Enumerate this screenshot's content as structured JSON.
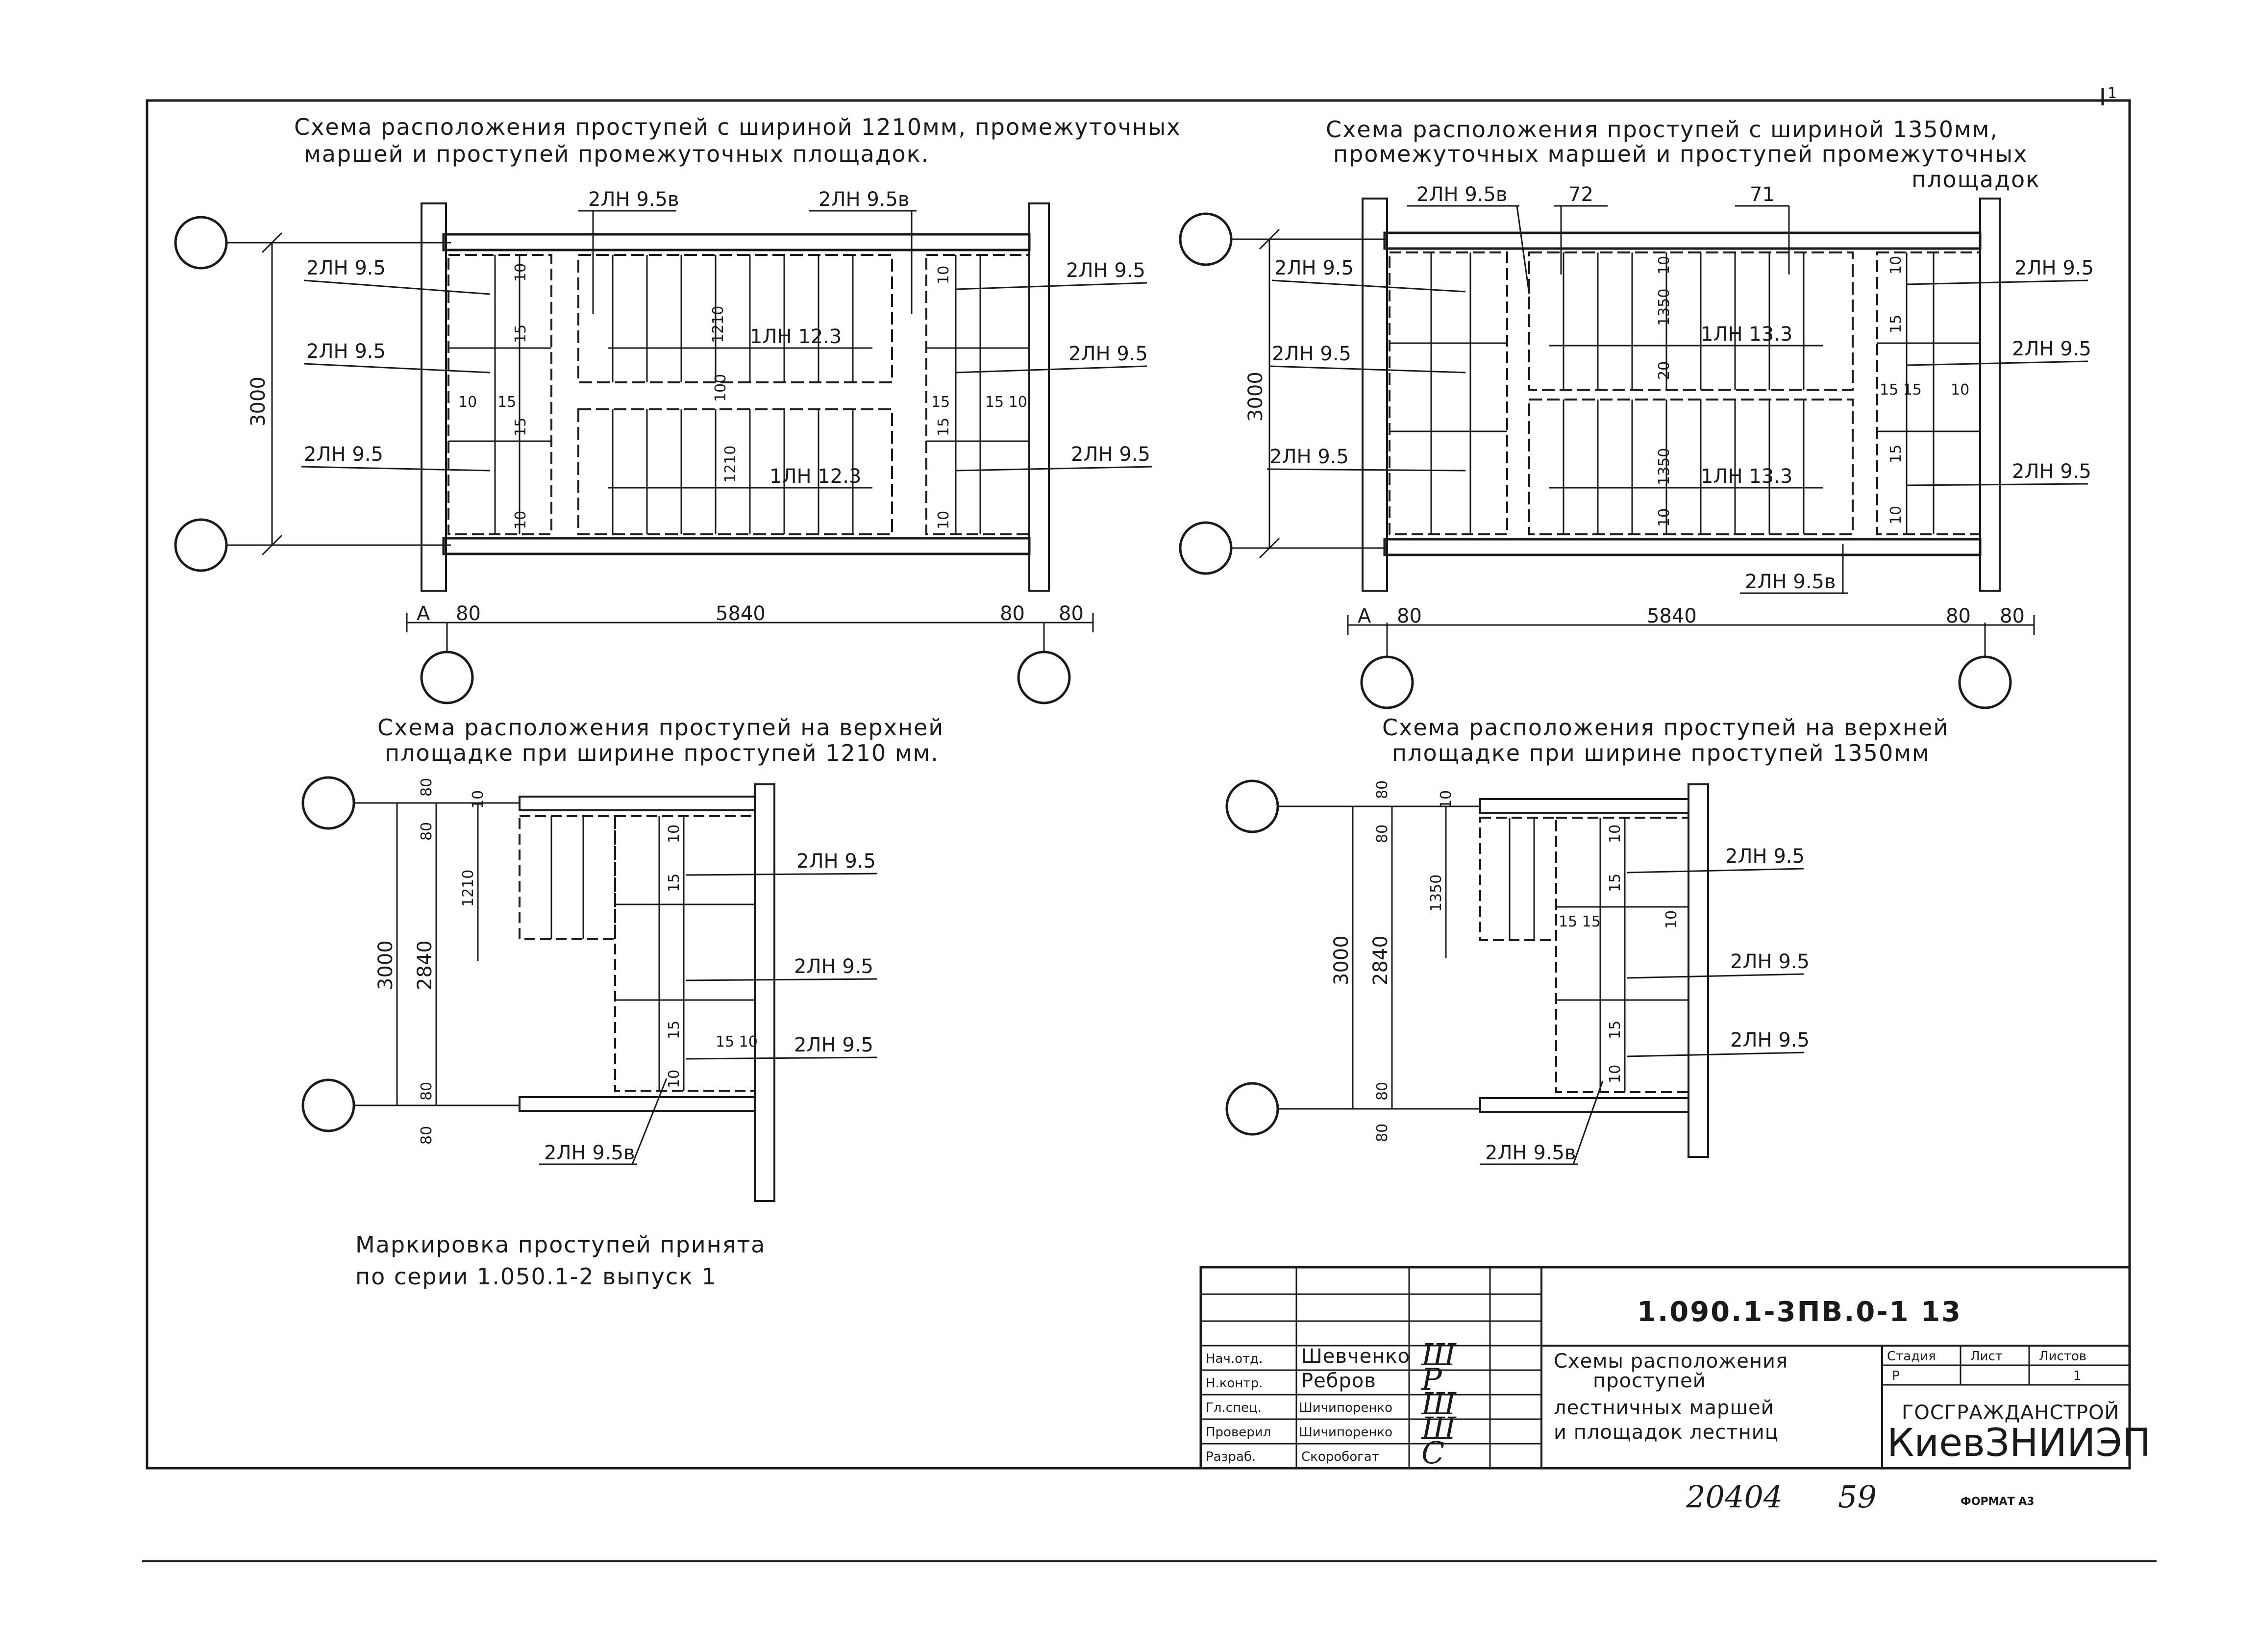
{
  "sheet": {
    "format": "ФОРМАТ А3",
    "inventory_number": "20404",
    "inventory_page": "59",
    "corner_mark": "1"
  },
  "schemes": {
    "top_left": {
      "title_line1": "Схема расположения проступей с шириной 1210мм, промежуточных",
      "title_line2": "маршей и проступей промежуточных площадок.",
      "callouts_top": [
        "2ЛН 9.5в",
        "2ЛН 9.5в"
      ],
      "labels_left": [
        "2ЛН 9.5",
        "2ЛН 9.5",
        "2ЛН 9.5"
      ],
      "labels_right": [
        "2ЛН 9.5",
        "2ЛН 9.5",
        "2ЛН 9.5"
      ],
      "flight_labels": [
        "1ЛН 12.3",
        "1ЛН 12.3"
      ],
      "inner_dims": [
        "10",
        "15",
        "10",
        "15",
        "15",
        "15",
        "15 10",
        "15",
        "10",
        "10",
        "10",
        "1210",
        "1210",
        "100"
      ],
      "height_dim": "3000",
      "dims_bottom": [
        "А",
        "80",
        "5840",
        "80",
        "80"
      ]
    },
    "top_right": {
      "title_line1": "Схема расположения проступей с шириной 1350мм,",
      "title_line2": "промежуточных маршей и проступей промежуточных",
      "title_line3": "площадок",
      "callouts_top": [
        "2ЛН 9.5в",
        "72",
        "71"
      ],
      "labels_left": [
        "2ЛН 9.5",
        "2ЛН 9.5",
        "2ЛН 9.5"
      ],
      "labels_right": [
        "2ЛН 9.5",
        "2ЛН 9.5",
        "2ЛН 9.5"
      ],
      "flight_labels": [
        "1ЛН 13.3",
        "1ЛН 13.3"
      ],
      "inner_dims": [
        "1350",
        "10",
        "20",
        "1350",
        "10",
        "15",
        "15 15",
        "10",
        "15",
        "10",
        "10"
      ],
      "height_dim": "3000",
      "callout_bottom": "2ЛН 9.5в",
      "dims_bottom": [
        "А",
        "80",
        "5840",
        "80",
        "80"
      ]
    },
    "bottom_left": {
      "title_line1": "Схема расположения проступей на верхней",
      "title_line2": "площадке при ширине проступей 1210 мм.",
      "labels_right": [
        "2ЛН 9.5",
        "2ЛН 9.5",
        "2ЛН 9.5"
      ],
      "callout_bottom": "2ЛН 9.5в",
      "dims_left": [
        "3000",
        "2840",
        "80",
        "80",
        "80",
        "80"
      ],
      "inner_dims": [
        "10",
        "1210",
        "10",
        "15",
        "15",
        "15 10",
        "10"
      ]
    },
    "bottom_right": {
      "title_line1": "Схема расположения проступей на верхней",
      "title_line2": "площадке при ширине проступей 1350мм",
      "labels_right": [
        "2ЛН 9.5",
        "2ЛН 9.5",
        "2ЛН 9.5"
      ],
      "callout_bottom": "2ЛН 9.5в",
      "dims_left": [
        "3000",
        "2840",
        "80",
        "80",
        "80",
        "80"
      ],
      "inner_dims": [
        "10",
        "1350",
        "10",
        "15",
        "15 15",
        "10",
        "15",
        "10"
      ]
    }
  },
  "note": {
    "line1": "Маркировка проступей принята",
    "line2": "по серии 1.050.1-2 выпуск 1"
  },
  "title_block": {
    "code": "1.090.1-3ПВ.0-1 13",
    "title": [
      "Схемы расположения",
      "проступей",
      "лестничных маршей",
      "и площадок лестниц"
    ],
    "stage_headers": [
      "Стадия",
      "Лист",
      "Листов"
    ],
    "stage_values": [
      "Р",
      "",
      "1"
    ],
    "org_line1": "ГОСГРАЖДАНСТРОЙ",
    "org_line2": "КиевЗНИИЭП",
    "signatures": [
      {
        "role": "Нач.отд.",
        "name": "Шевченко",
        "sign": "Ш"
      },
      {
        "role": "Н.контр.",
        "name": "Ребров",
        "sign": "Р"
      },
      {
        "role": "Гл.спец.",
        "name": "Шичипоренко",
        "sign": "Ш"
      },
      {
        "role": "Проверил",
        "name": "Шичипоренко",
        "sign": "Ш"
      },
      {
        "role": "Разраб.",
        "name": "Скоробогат",
        "sign": "С"
      }
    ]
  }
}
